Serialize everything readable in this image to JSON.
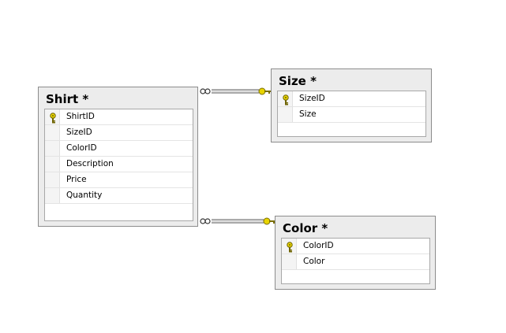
{
  "tables": {
    "shirt": {
      "title": "Shirt *",
      "columns": [
        {
          "name": "ShirtID",
          "primary_key": true
        },
        {
          "name": "SizeID",
          "primary_key": false
        },
        {
          "name": "ColorID",
          "primary_key": false
        },
        {
          "name": "Description",
          "primary_key": false
        },
        {
          "name": "Price",
          "primary_key": false
        },
        {
          "name": "Quantity",
          "primary_key": false
        }
      ]
    },
    "size": {
      "title": "Size *",
      "columns": [
        {
          "name": "SizeID",
          "primary_key": true
        },
        {
          "name": "Size",
          "primary_key": false
        }
      ]
    },
    "color": {
      "title": "Color *",
      "columns": [
        {
          "name": "ColorID",
          "primary_key": true
        },
        {
          "name": "Color",
          "primary_key": false
        }
      ]
    }
  },
  "relationships": [
    {
      "from_table": "Shirt",
      "to_table": "Size",
      "from_end": "many",
      "to_end": "one"
    },
    {
      "from_table": "Shirt",
      "to_table": "Color",
      "from_end": "many",
      "to_end": "one"
    }
  ],
  "colors": {
    "table_bg": "#ececec",
    "key_icon": "#e8d400",
    "line": "#555555"
  }
}
